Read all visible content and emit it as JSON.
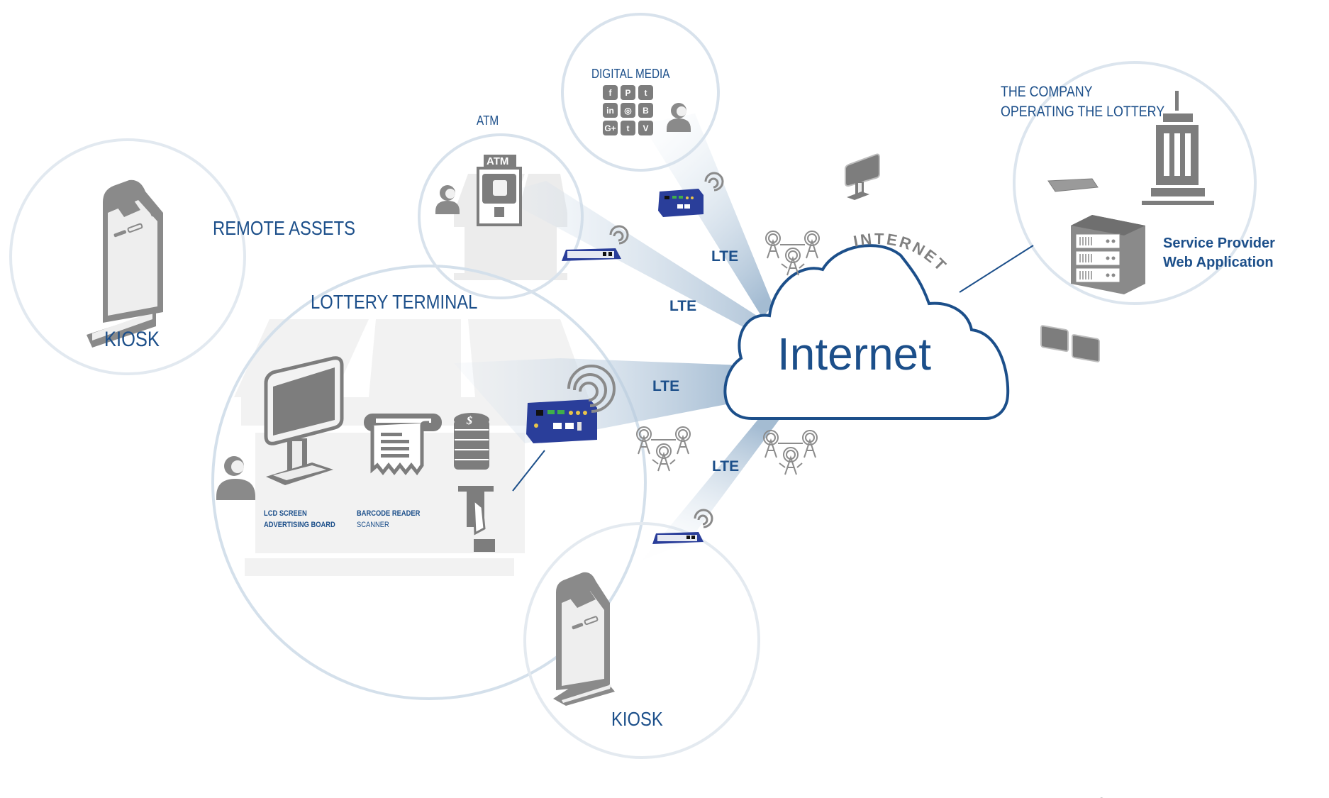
{
  "title": "Lottery Remote Assets Connectivity Diagram",
  "labels": {
    "remote_assets": "REMOTE ASSETS",
    "kiosk_left": "KIOSK",
    "kiosk_bottom": "KIOSK",
    "lottery_terminal": "LOTTERY TERMINAL",
    "atm_section": "ATM",
    "atm_sign": "ATM",
    "digital_media": "DIGITAL MEDIA",
    "company_line1": "THE COMPANY",
    "company_line2": "OPERATING THE LOTTERY",
    "service_provider_line1": "Service Provider",
    "service_provider_line2": "Web Application",
    "lcd_line1": "LCD SCREEN",
    "lcd_line2": "ADVERTISING BOARD",
    "barcode_line1": "BARCODE READER",
    "barcode_line2": "SCANNER",
    "cloud_text": "Internet",
    "cloud_arc_text": "INTERNET"
  },
  "links": [
    {
      "label": "LTE",
      "from": "digital-media"
    },
    {
      "label": "LTE",
      "from": "atm"
    },
    {
      "label": "LTE",
      "from": "lottery-terminal"
    },
    {
      "label": "LTE",
      "from": "kiosk-bottom"
    }
  ],
  "social_icons": [
    "facebook",
    "pinterest",
    "twitter",
    "linkedin",
    "instagram",
    "blogger",
    "google-plus",
    "tumblr",
    "vine"
  ],
  "social_glyphs": [
    "f",
    "P",
    "t",
    "in",
    "◎",
    "B",
    "G+",
    "t",
    "V"
  ],
  "colors": {
    "brand_blue": "#1c4f8a",
    "icon_gray": "#7d7d7d",
    "circle_stroke": "#dfe7ef",
    "beam": "#a9c0d6",
    "router_blue": "#2a3e9a"
  }
}
